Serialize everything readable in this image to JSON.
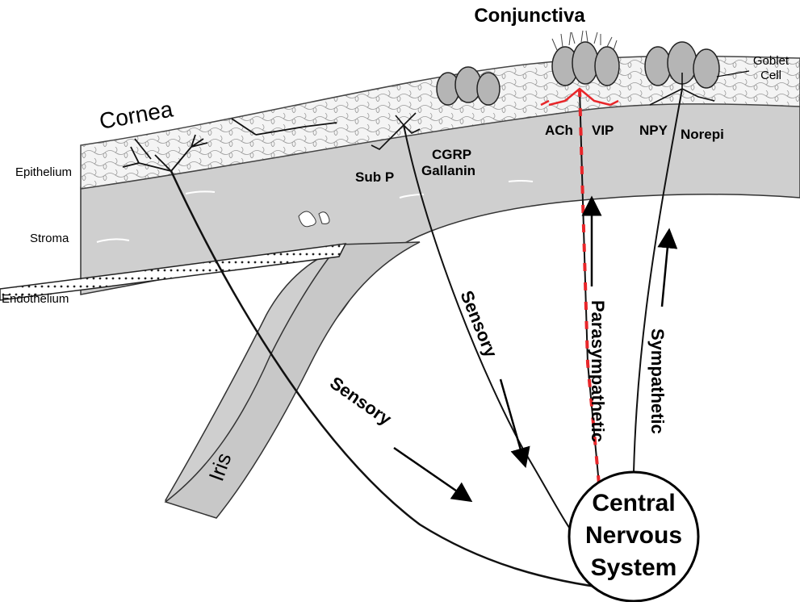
{
  "title": "Conjunctiva",
  "regions": {
    "cornea": "Cornea",
    "iris": "Iris",
    "goblet_line1": "Goblet",
    "goblet_line2": "Cell"
  },
  "layers": {
    "epithelium": "Epithelium",
    "stroma": "Stroma",
    "endothelium": "Endothelium"
  },
  "transmitters": {
    "sub_p": "Sub P",
    "cgrp": "CGRP",
    "gallanin": "Gallanin",
    "ach": "ACh",
    "vip": "VIP",
    "npy": "NPY",
    "norepi": "Norepi"
  },
  "pathways": {
    "sensory_cornea": "Sensory",
    "sensory_conj": "Sensory",
    "parasympathetic": "Parasympathetic",
    "sympathetic": "Sympathetic"
  },
  "cns": {
    "line1": "Central",
    "line2": "Nervous",
    "line3": "System"
  },
  "colors": {
    "tissue_gray": "#cfcfcf",
    "cell_gray": "#b5b5b5",
    "nerve": "#111111",
    "parasympathetic_red": "#e8262a"
  }
}
